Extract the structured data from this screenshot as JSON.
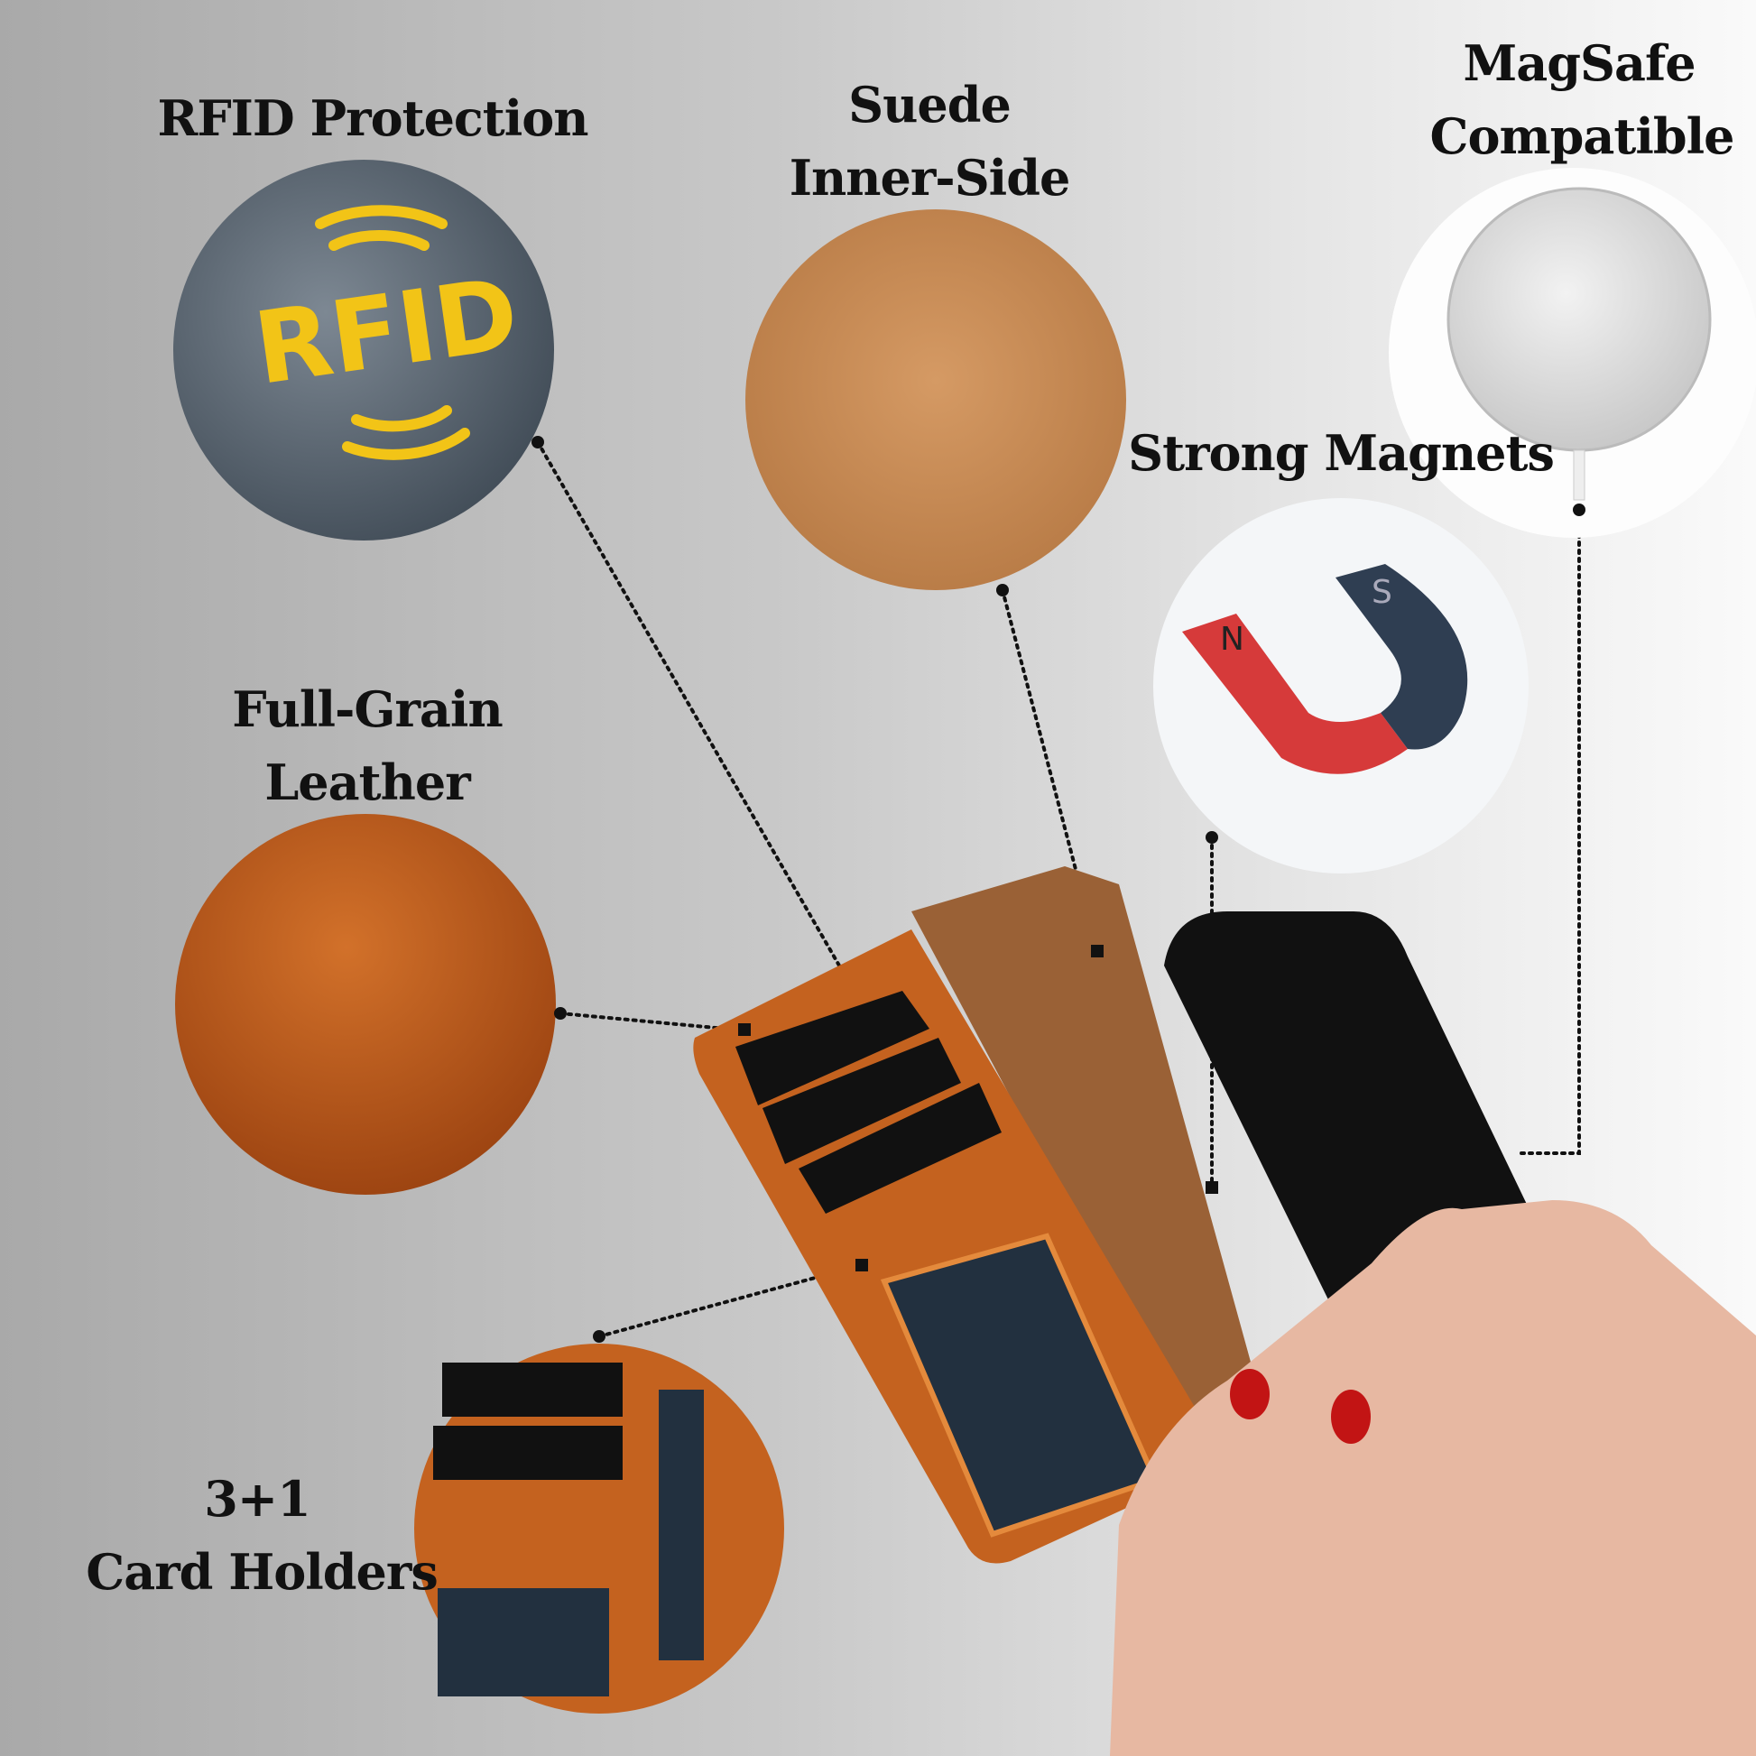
{
  "features": {
    "rfid": {
      "title": "RFID Protection",
      "badge_text": "RFID"
    },
    "suede": {
      "title_line1": "Suede",
      "title_line2": "Inner-Side"
    },
    "magsafe": {
      "title_line1": "MagSafe",
      "title_line2": "Compatible"
    },
    "magnets": {
      "title": "Strong Magnets",
      "pole_n": "N",
      "pole_s": "S"
    },
    "leather": {
      "title_line1": "Full-Grain",
      "title_line2": "Leather"
    },
    "cards": {
      "title_line1": "3+1",
      "title_line2": "Card Holders"
    }
  },
  "colors": {
    "leather": "#c4621f",
    "suede": "#c98a55",
    "rfid_yellow": "#f2c417",
    "rfid_bg": "#5a6672",
    "magnet_red": "#d63a3a",
    "magnet_blue": "#2f3e52"
  }
}
